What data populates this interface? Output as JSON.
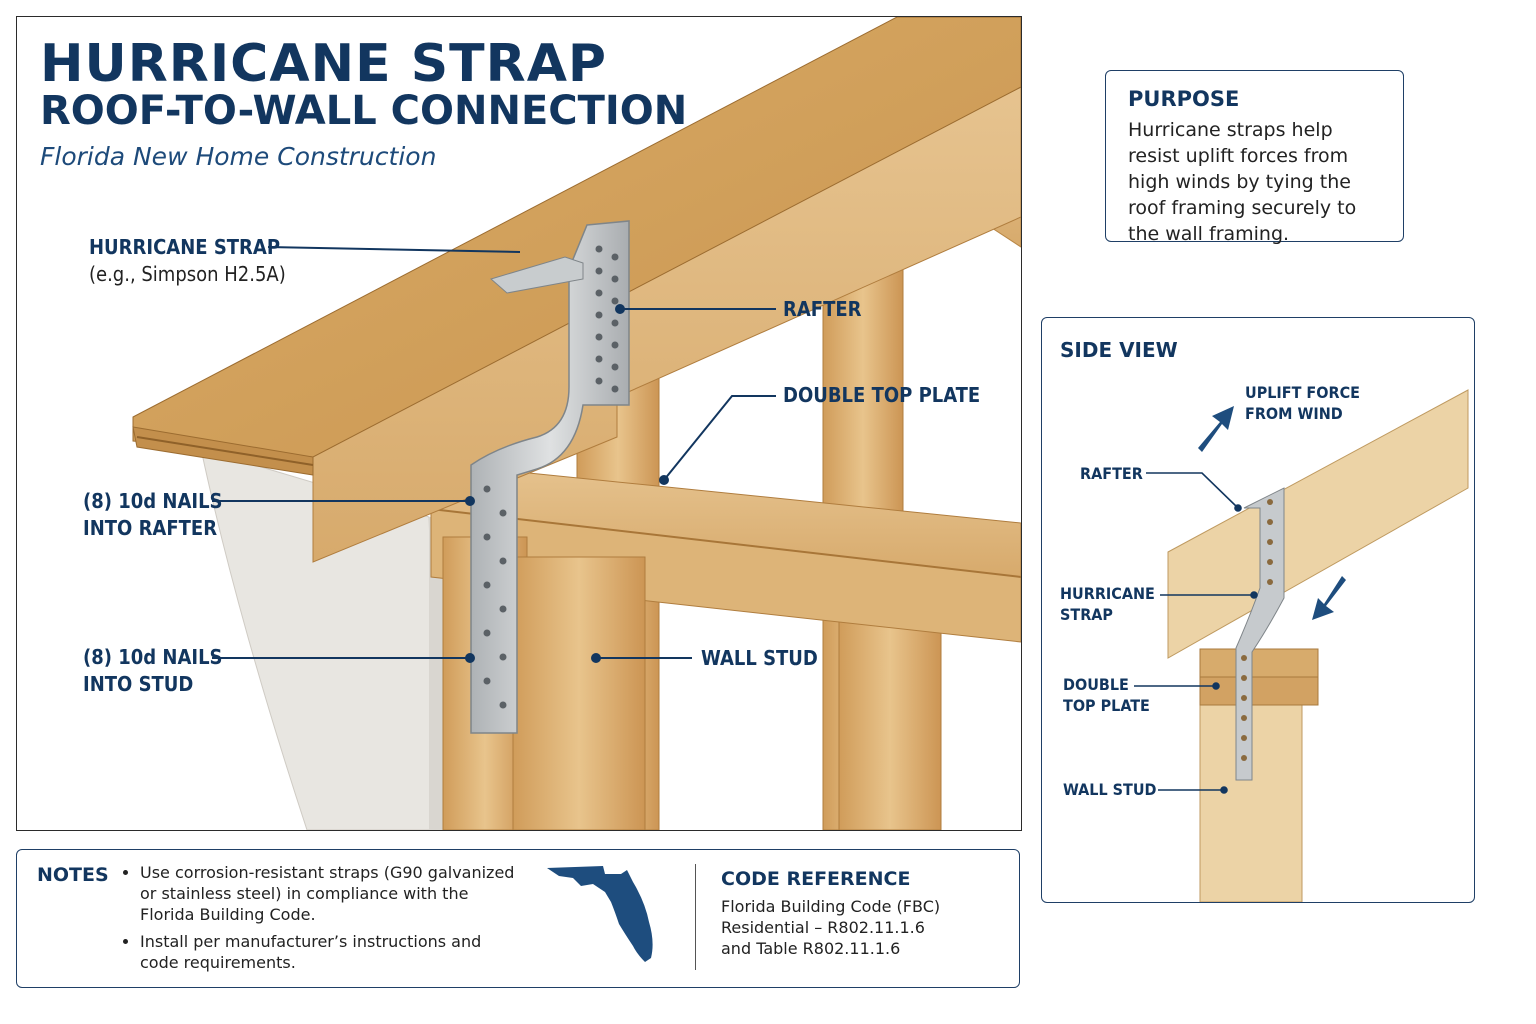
{
  "title": {
    "line1": "HURRICANE STRAP",
    "line2": "ROOF-TO-WALL CONNECTION",
    "subtitle": "Florida New Home Construction"
  },
  "main_labels": {
    "hurricane_strap": "HURRICANE STRAP",
    "hurricane_strap_example": "(e.g., Simpson H2.5A)",
    "rafter": "RAFTER",
    "double_top_plate": "DOUBLE TOP PLATE",
    "nails_rafter_1": "(8) 10d NAILS",
    "nails_rafter_2": "INTO RAFTER",
    "nails_stud_1": "(8) 10d NAILS",
    "nails_stud_2": "INTO STUD",
    "wall_stud": "WALL STUD"
  },
  "purpose": {
    "heading": "PURPOSE",
    "text": "Hurricane straps help resist uplift forces from high winds by tying the roof framing securely to the wall framing."
  },
  "side_view": {
    "heading": "SIDE VIEW",
    "uplift_1": "UPLIFT FORCE",
    "uplift_2": "FROM WIND",
    "rafter": "RAFTER",
    "strap_1": "HURRICANE",
    "strap_2": "STRAP",
    "plate_1": "DOUBLE",
    "plate_2": "TOP PLATE",
    "stud": "WALL STUD"
  },
  "notes": {
    "heading": "NOTES",
    "items": [
      "Use corrosion-resistant straps (G90 galvanized or stainless steel) in compliance with the Florida Building Code.",
      "Install per manufacturer’s instructions and code requirements."
    ]
  },
  "code_reference": {
    "heading": "CODE REFERENCE",
    "text": "Florida Building Code (FBC)\nResidential – R802.11.1.6\nand Table R802.11.1.6"
  },
  "colors": {
    "navy": "#12365f",
    "wood_light": "#e2bd85",
    "wood_mid": "#d3a566",
    "wood_dark": "#b98746",
    "steel": "#c9ccce",
    "stucco": "#e9e7e2",
    "florida": "#1e4d7e"
  },
  "icons": {
    "uplift_arrow": "arrow-up-right-icon",
    "down_arrow": "arrow-down-left-icon",
    "florida": "florida-map-icon"
  }
}
